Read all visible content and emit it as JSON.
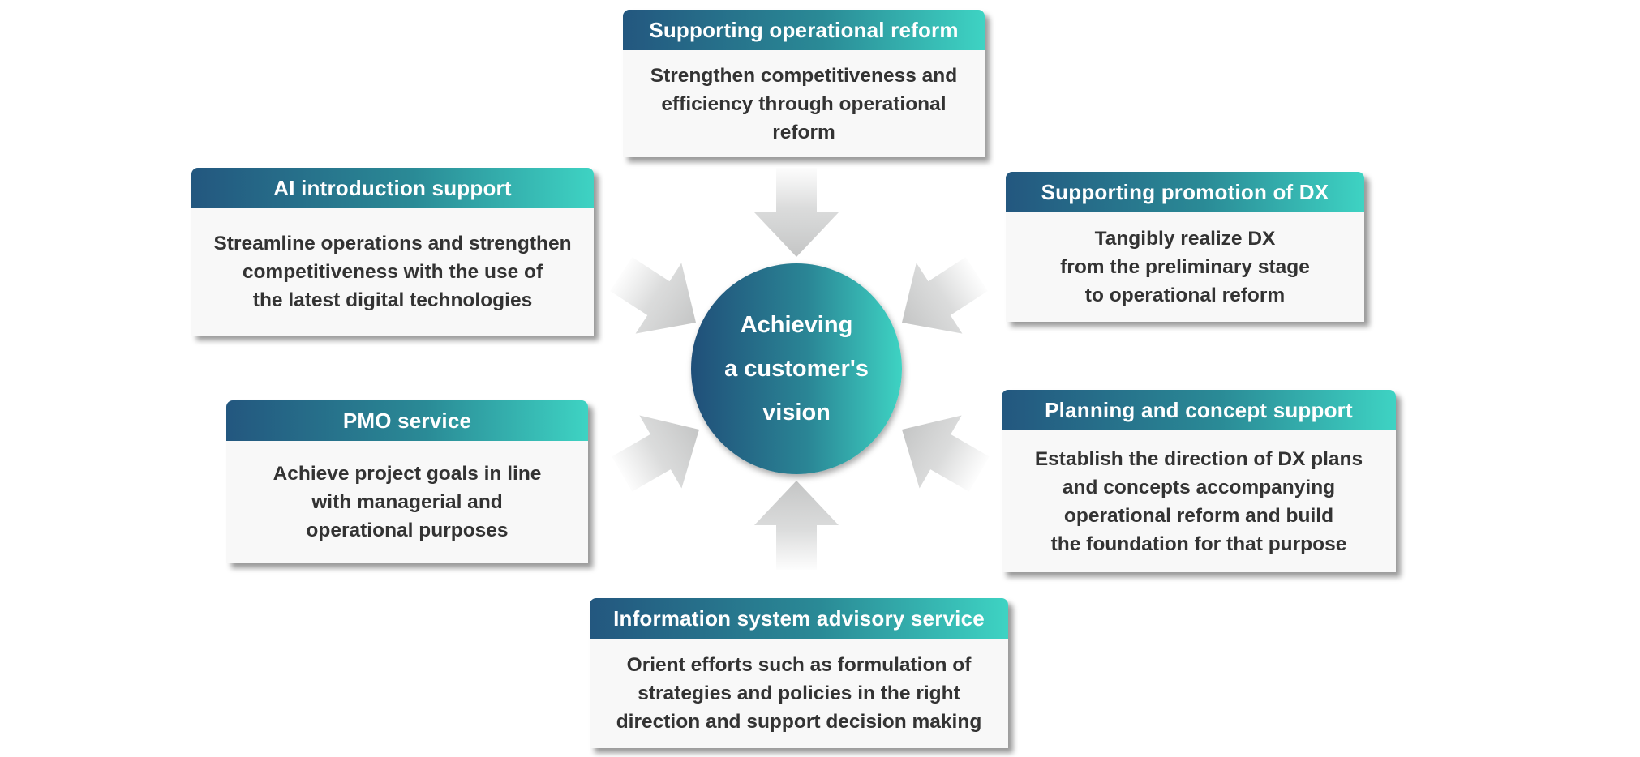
{
  "center": {
    "text": "Achieving\na customer's\nvision"
  },
  "cards": {
    "supporting_operational_reform": {
      "title": "Supporting operational reform",
      "body": "Strengthen competitiveness and\nefficiency through operational\nreform"
    },
    "ai_introduction_support": {
      "title": "AI introduction support",
      "body": "Streamline operations and strengthen\ncompetitiveness with the use of\nthe latest digital technologies"
    },
    "supporting_promotion_of_dx": {
      "title": "Supporting promotion of DX",
      "body": "Tangibly realize DX\nfrom the preliminary stage\nto operational reform"
    },
    "pmo_service": {
      "title": "PMO service",
      "body": "Achieve project goals in line\nwith managerial and\noperational purposes"
    },
    "planning_and_concept_support": {
      "title": "Planning and concept  support",
      "body": "Establish the direction of DX plans\nand concepts accompanying\noperational reform and build\nthe foundation for that purpose"
    },
    "information_system_advisory_service": {
      "title": "Information system advisory service",
      "body": "Orient efforts such as formulation of\nstrategies and policies in the right\ndirection and support decision making"
    }
  },
  "colors": {
    "header_gradient_start": "#23577f",
    "header_gradient_end": "#3ed3c3",
    "card_background": "#f8f8f8",
    "body_text": "#333333",
    "arrow": "#c8c9c9"
  }
}
